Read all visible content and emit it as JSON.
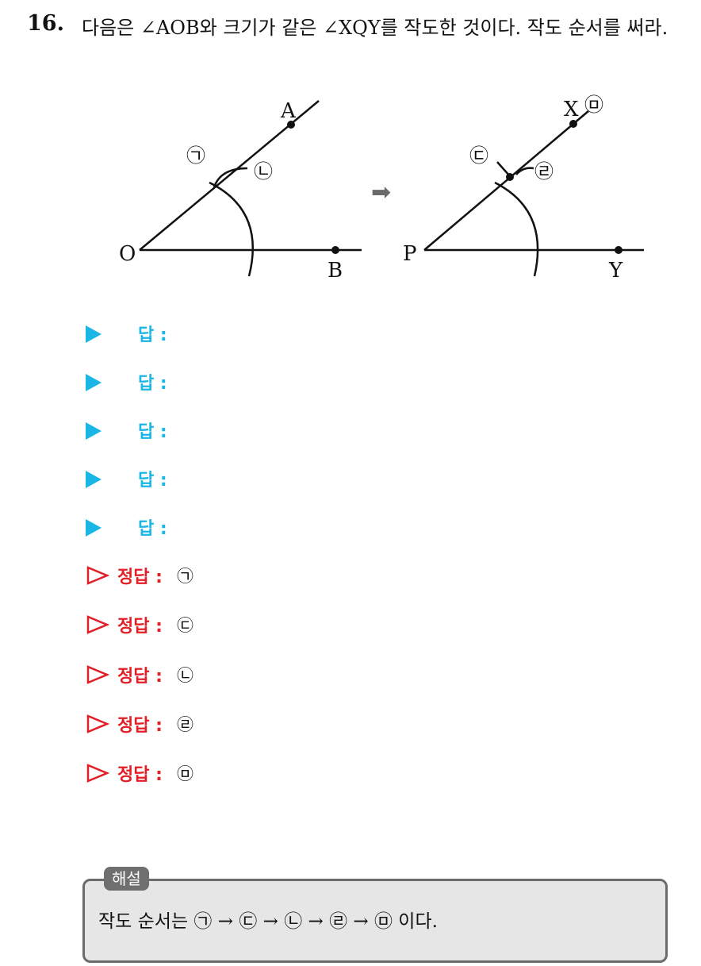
{
  "question": {
    "number": "16.",
    "text": "다음은 ∠AOB와 크기가 같은 ∠XQY를 작도한 것이다. 작도 순서를 써라."
  },
  "figure": {
    "left": {
      "labels": {
        "A": "A",
        "O": "O",
        "B": "B"
      },
      "marks": {
        "first": "㉠",
        "second": "㉡"
      }
    },
    "arrow": "➡",
    "right": {
      "labels": {
        "X": "X",
        "P": "P",
        "Y": "Y"
      },
      "marks": {
        "third": "㉢",
        "fourth": "㉣",
        "fifth": "㉤"
      }
    }
  },
  "answers": [
    {
      "label": "답 :"
    },
    {
      "label": "답 :"
    },
    {
      "label": "답 :"
    },
    {
      "label": "답 :"
    },
    {
      "label": "답 :"
    }
  ],
  "keys": [
    {
      "label": "정답 :",
      "value": "㉠"
    },
    {
      "label": "정답 :",
      "value": "㉢"
    },
    {
      "label": "정답 :",
      "value": "㉡"
    },
    {
      "label": "정답 :",
      "value": "㉣"
    },
    {
      "label": "정답 :",
      "value": "㉤"
    }
  ],
  "explanation": {
    "tab": "해설",
    "text": "작도 순서는 ㉠ → ㉢ → ㉡ → ㉣ → ㉤ 이다."
  },
  "colors": {
    "answer_accent": "#19b6e6",
    "key_accent": "#e21f26",
    "explain_tab": "#6f6f6f",
    "explain_box": "#e6e6e6"
  }
}
